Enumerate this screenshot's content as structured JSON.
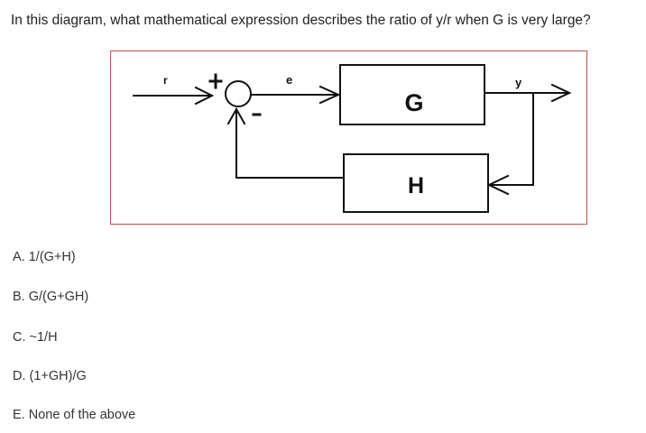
{
  "question": "In this diagram, what mathematical expression describes the ratio of y/r when G is very large?",
  "diagram": {
    "signals": {
      "input": "r",
      "error": "e",
      "output": "y"
    },
    "signs": {
      "plus": "+",
      "minus": "-"
    },
    "blocks": {
      "forward": "G",
      "feedback": "H"
    },
    "colors": {
      "frame_border": "#c0504d",
      "lines": "#111111"
    }
  },
  "options": [
    {
      "label": "A. 1/(G+H)"
    },
    {
      "label": "B. G/(G+GH)"
    },
    {
      "label": "C. ~1/H"
    },
    {
      "label": "D. (1+GH)/G"
    },
    {
      "label": "E. None of the above"
    }
  ]
}
